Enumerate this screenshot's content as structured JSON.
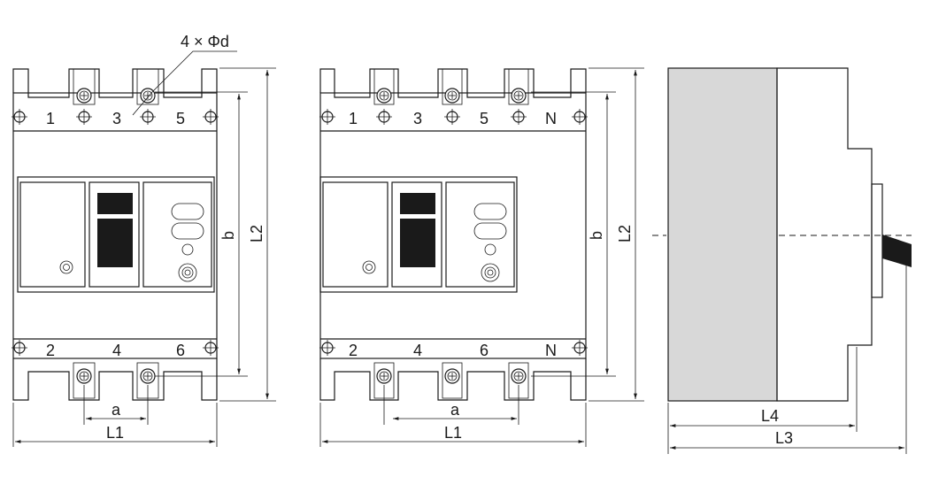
{
  "callout": {
    "hole_spec": "4 × Φd"
  },
  "front_3p": {
    "top_labels": [
      "1",
      "3",
      "5"
    ],
    "bottom_labels": [
      "2",
      "4",
      "6"
    ],
    "dims": {
      "height_inner": "b",
      "height_outer": "L2",
      "pitch": "a",
      "width": "L1"
    }
  },
  "front_4p": {
    "top_labels": [
      "1",
      "3",
      "5",
      "N"
    ],
    "bottom_labels": [
      "2",
      "4",
      "6",
      "N"
    ],
    "dims": {
      "height_inner": "b",
      "height_outer": "L2",
      "pitch": "a",
      "width": "L1"
    }
  },
  "side": {
    "dims": {
      "body_depth": "L4",
      "total_depth": "L3"
    }
  }
}
